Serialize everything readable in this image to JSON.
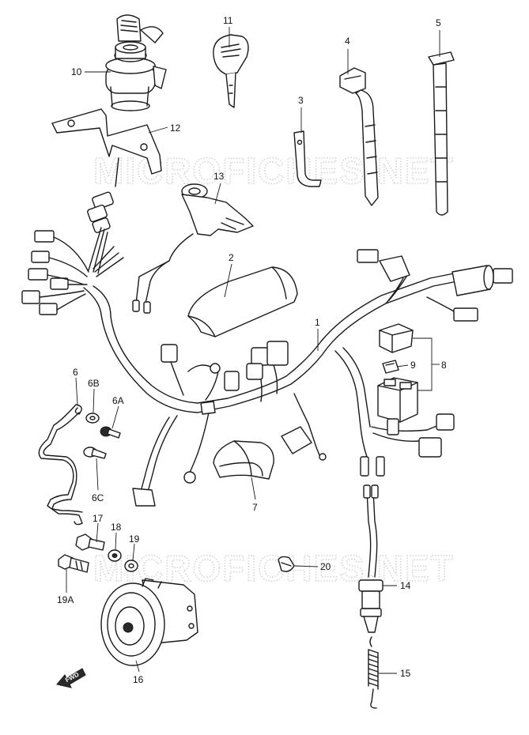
{
  "watermark": {
    "text": "MICROFICHES.NET"
  },
  "forward_arrow": {
    "label": "FWD"
  },
  "callouts": {
    "p1": "1",
    "p2": "2",
    "p3": "3",
    "p4": "4",
    "p5": "5",
    "p6": "6",
    "p6a": "6A",
    "p6b": "6B",
    "p6c": "6C",
    "p7": "7",
    "p8": "8",
    "p9": "9",
    "p10": "10",
    "p11": "11",
    "p12": "12",
    "p13": "13",
    "p14": "14",
    "p15": "15",
    "p16": "16",
    "p17": "17",
    "p18": "18",
    "p19": "19",
    "p19a": "19A",
    "p20": "20"
  }
}
